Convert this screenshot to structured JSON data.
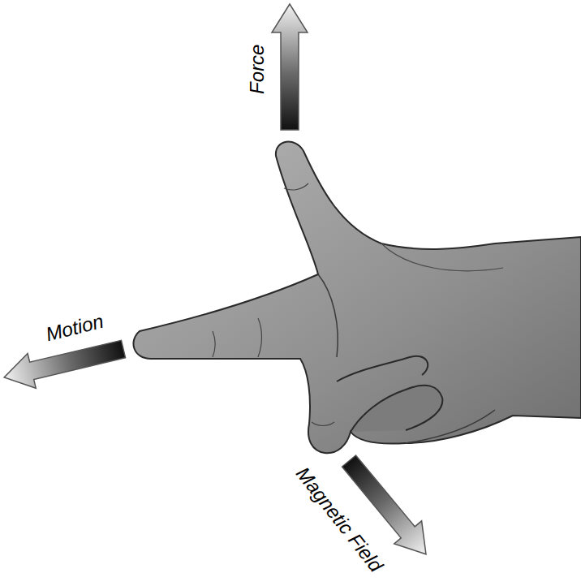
{
  "diagram": {
    "labels": [
      "Force",
      "Motion",
      "Magnetic Field"
    ]
  }
}
